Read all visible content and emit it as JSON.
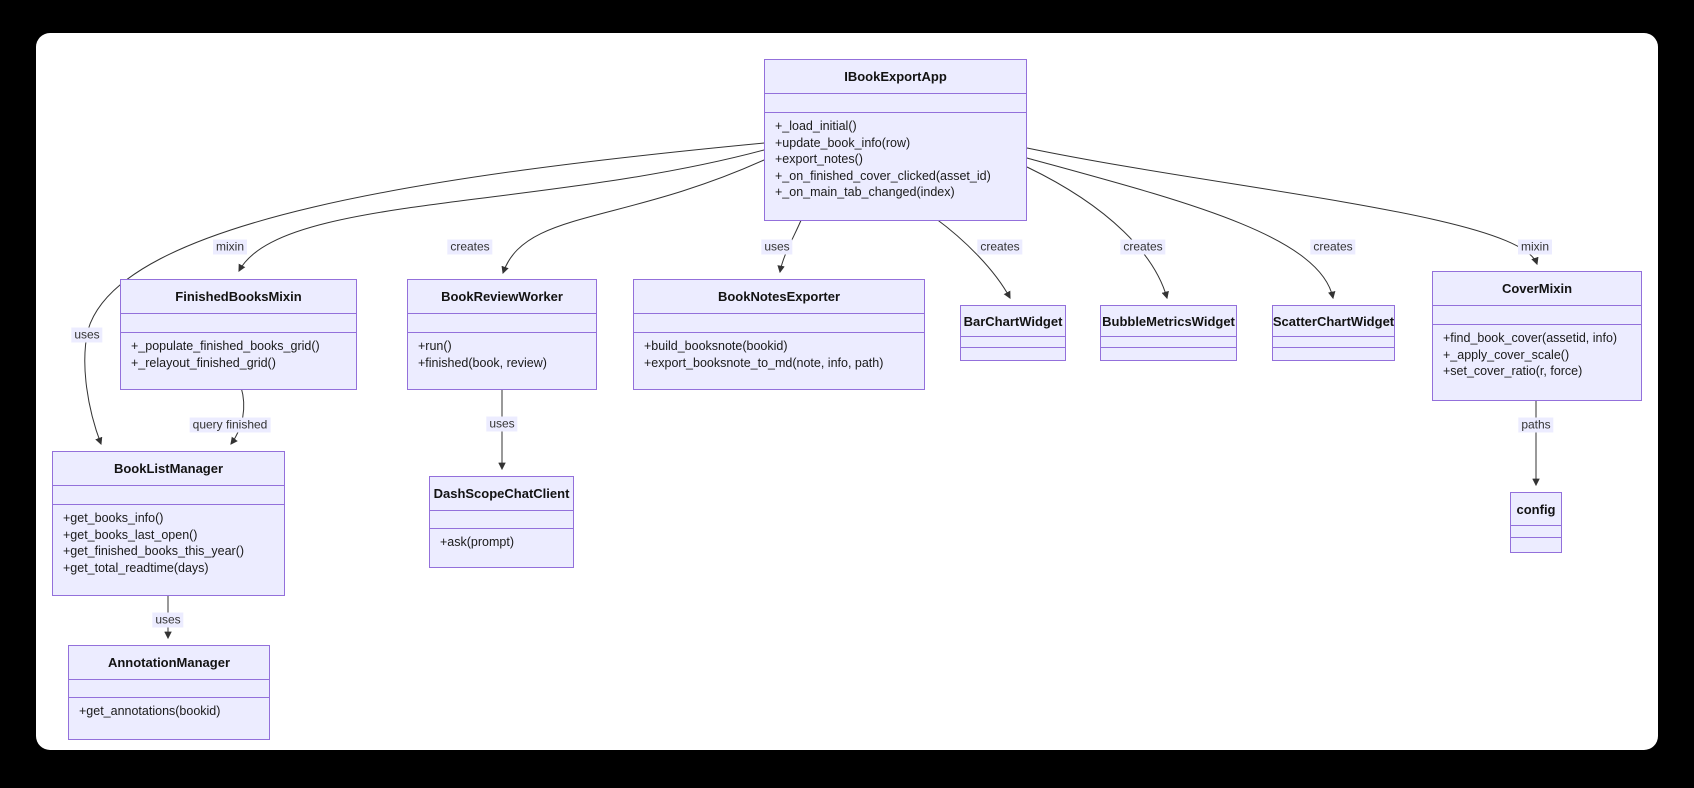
{
  "diagram": {
    "type": "uml-class-diagram",
    "classes": [
      {
        "id": "IBookExportApp",
        "title": "IBookExportApp",
        "attributes": [],
        "methods": [
          "+_load_initial()",
          "+update_book_info(row)",
          "+export_notes()",
          "+_on_finished_cover_clicked(asset_id)",
          "+_on_main_tab_changed(index)"
        ]
      },
      {
        "id": "FinishedBooksMixin",
        "title": "FinishedBooksMixin",
        "attributes": [],
        "methods": [
          "+_populate_finished_books_grid()",
          "+_relayout_finished_grid()"
        ]
      },
      {
        "id": "BookReviewWorker",
        "title": "BookReviewWorker",
        "attributes": [],
        "methods": [
          "+run()",
          "+finished(book, review)"
        ]
      },
      {
        "id": "BookNotesExporter",
        "title": "BookNotesExporter",
        "attributes": [],
        "methods": [
          "+build_booksnote(bookid)",
          "+export_booksnote_to_md(note, info, path)"
        ]
      },
      {
        "id": "BarChartWidget",
        "title": "BarChartWidget",
        "attributes": [],
        "methods": []
      },
      {
        "id": "BubbleMetricsWidget",
        "title": "BubbleMetricsWidget",
        "attributes": [],
        "methods": []
      },
      {
        "id": "ScatterChartWidget",
        "title": "ScatterChartWidget",
        "attributes": [],
        "methods": []
      },
      {
        "id": "CoverMixin",
        "title": "CoverMixin",
        "attributes": [],
        "methods": [
          "+find_book_cover(assetid, info)",
          "+_apply_cover_scale()",
          "+set_cover_ratio(r, force)"
        ]
      },
      {
        "id": "BookListManager",
        "title": "BookListManager",
        "attributes": [],
        "methods": [
          "+get_books_info()",
          "+get_books_last_open()",
          "+get_finished_books_this_year()",
          "+get_total_readtime(days)"
        ]
      },
      {
        "id": "DashScopeChatClient",
        "title": "DashScopeChatClient",
        "attributes": [],
        "methods": [
          "+ask(prompt)"
        ]
      },
      {
        "id": "AnnotationManager",
        "title": "AnnotationManager",
        "attributes": [],
        "methods": [
          "+get_annotations(bookid)"
        ]
      },
      {
        "id": "config",
        "title": "config",
        "attributes": [],
        "methods": []
      }
    ],
    "relationships": [
      {
        "from": "IBookExportApp",
        "to": "FinishedBooksMixin",
        "label": "mixin"
      },
      {
        "from": "IBookExportApp",
        "to": "BookReviewWorker",
        "label": "creates"
      },
      {
        "from": "IBookExportApp",
        "to": "BookNotesExporter",
        "label": "uses"
      },
      {
        "from": "IBookExportApp",
        "to": "BarChartWidget",
        "label": "creates"
      },
      {
        "from": "IBookExportApp",
        "to": "BubbleMetricsWidget",
        "label": "creates"
      },
      {
        "from": "IBookExportApp",
        "to": "ScatterChartWidget",
        "label": "creates"
      },
      {
        "from": "IBookExportApp",
        "to": "CoverMixin",
        "label": "mixin"
      },
      {
        "from": "IBookExportApp",
        "to": "BookListManager",
        "label": "uses"
      },
      {
        "from": "FinishedBooksMixin",
        "to": "BookListManager",
        "label": "query finished"
      },
      {
        "from": "BookReviewWorker",
        "to": "DashScopeChatClient",
        "label": "uses"
      },
      {
        "from": "BookListManager",
        "to": "AnnotationManager",
        "label": "uses"
      },
      {
        "from": "CoverMixin",
        "to": "config",
        "label": "paths"
      }
    ],
    "colors": {
      "box_fill": "#ECECFF",
      "box_border": "#9370DB",
      "edge": "#333333",
      "label_bg": "#ECECFF",
      "text": "#131313",
      "canvas": "#FFFFFF",
      "backdrop": "#000000"
    }
  }
}
